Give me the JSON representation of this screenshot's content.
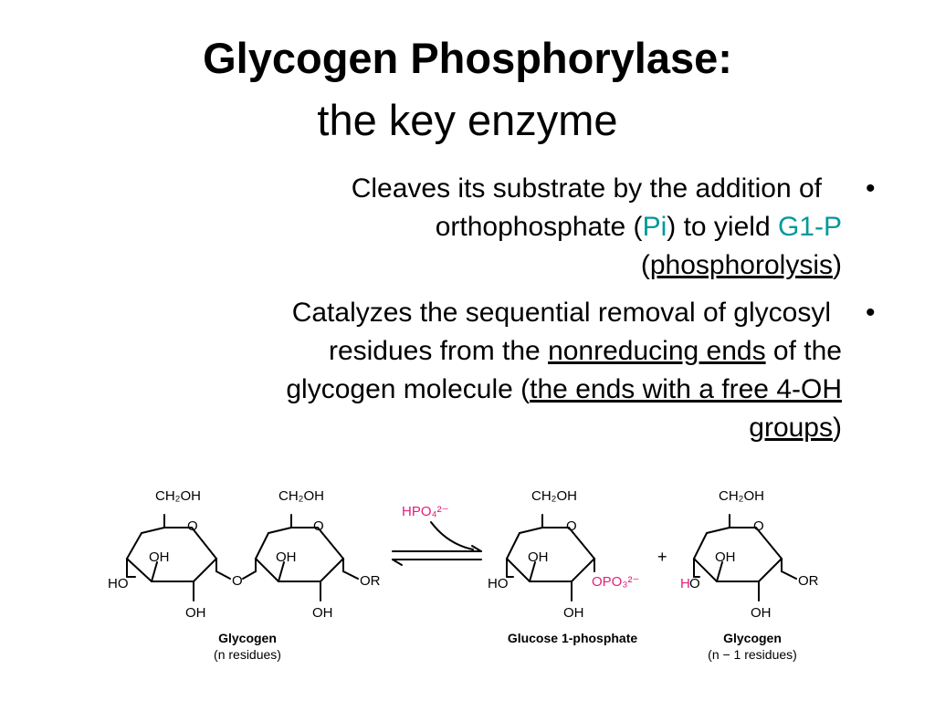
{
  "title": {
    "main": "Glycogen Phosphorylase:",
    "sub": "the key enzyme"
  },
  "bullets": [
    {
      "symbol": "•",
      "line1": "Cleaves its substrate by the addition of",
      "line2_pre": "orthophosphate (",
      "pi": "Pi",
      "line2_mid": ") to yield ",
      "g1p": "G1-P",
      "line3_open": "(",
      "phosphorolysis": "phosphorolysis",
      "line3_close": ")"
    },
    {
      "symbol": "•",
      "line1": "Catalyzes the sequential removal of glycosyl",
      "line2_pre": "residues from the ",
      "nonreducing": "nonreducing ends",
      "line2_post": " of the",
      "line3_pre": "glycogen molecule (",
      "line3_u": "the ends with a free 4-OH ",
      "line4_u": "groups",
      "line4_close": ")"
    }
  ],
  "colors": {
    "highlight": "#009999",
    "reagent": "#e0207a"
  },
  "scheme": {
    "ring_labels": {
      "ch2oh": "CH₂OH",
      "o": "O",
      "oh": "OH",
      "ho": "HO",
      "or": "OR",
      "h": "H"
    },
    "reagent": "HPO₄²⁻",
    "plus": "+",
    "phosphate": "OPO₃²⁻",
    "glycogen_label": "Glycogen",
    "glycogen_n": "(n residues)",
    "product_label": "Glucose 1-phosphate",
    "glycogen2_label": "Glycogen",
    "glycogen2_n": "(n − 1 residues)"
  }
}
